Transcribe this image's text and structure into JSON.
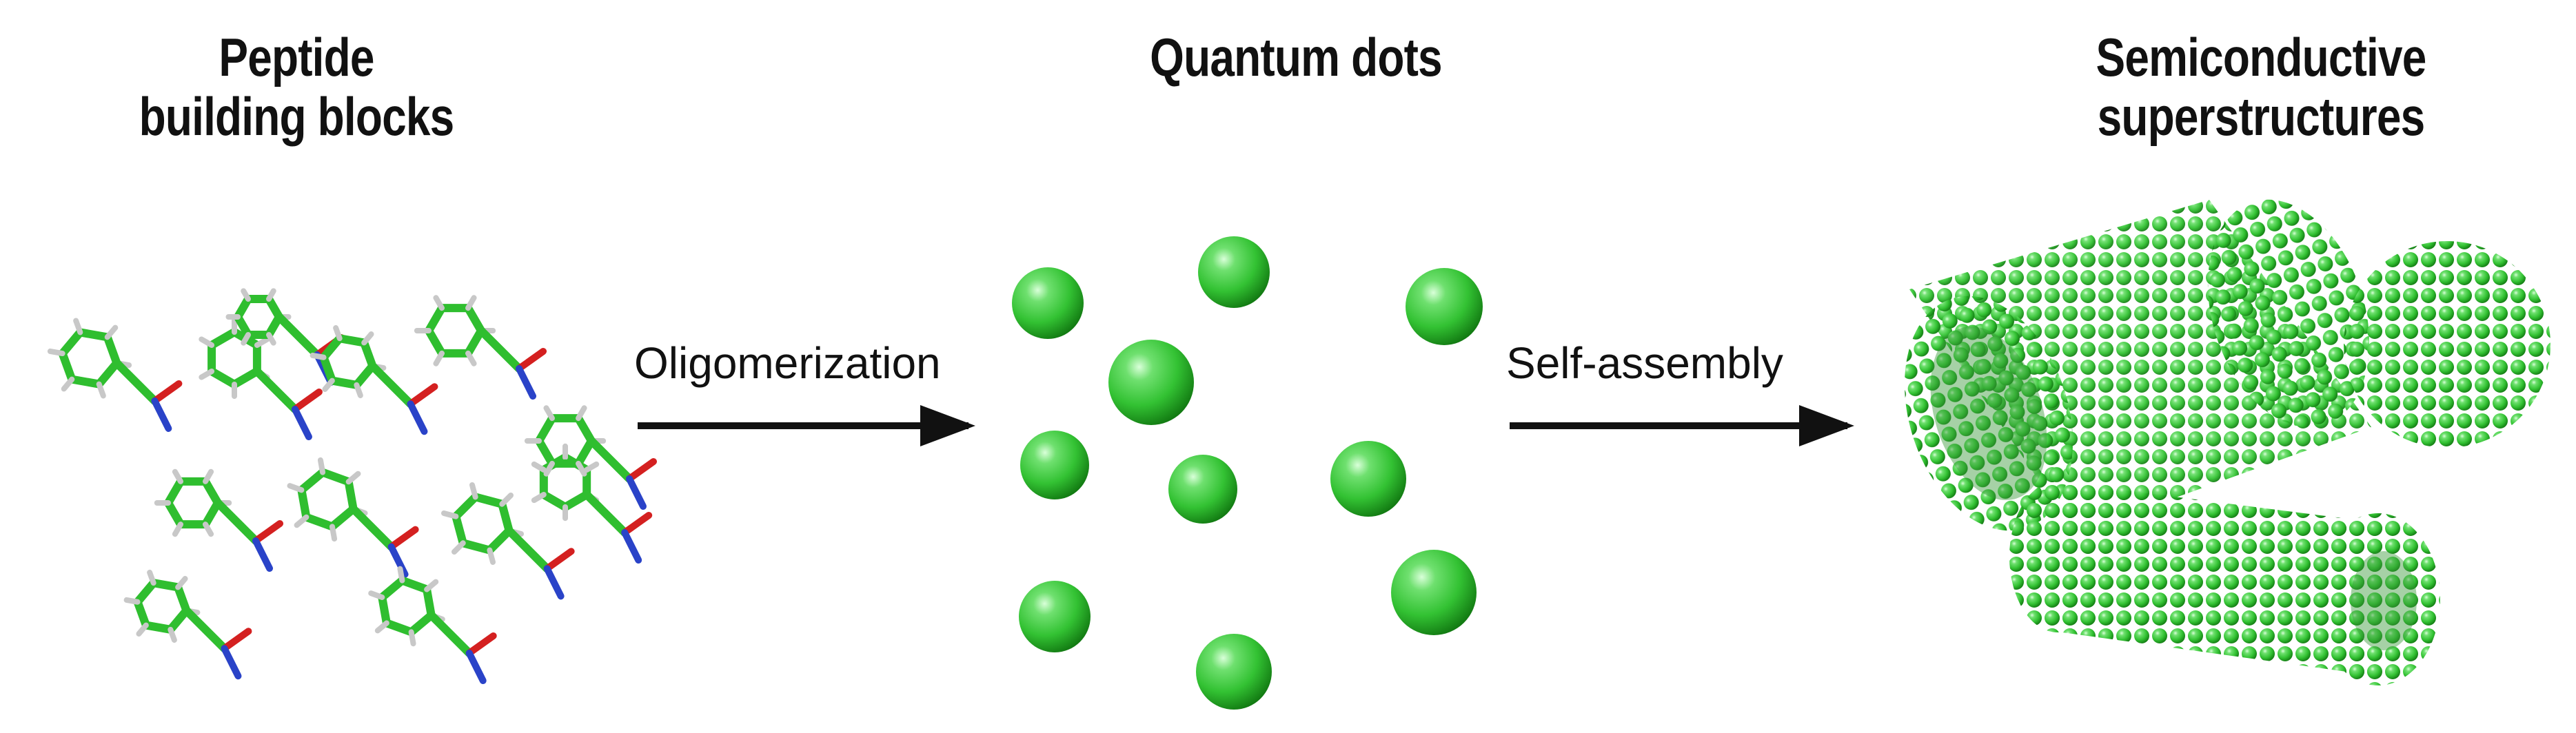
{
  "headings": {
    "peptides_line1": "Peptide",
    "peptides_line2": "building blocks",
    "dots": "Quantum dots",
    "structures_line1": "Semiconductive",
    "structures_line2": "superstructures"
  },
  "steps": {
    "step1": "Oligomerization",
    "step2": "Self-assembly"
  },
  "colors": {
    "sphere": "#33c233",
    "sphere_dark": "#127a12",
    "carbon_bond": "#2fbe2f",
    "hydrogen": "#c8c8c8",
    "nitrogen": "#2a43c8",
    "oxygen": "#d42020",
    "arrow": "#111111"
  }
}
